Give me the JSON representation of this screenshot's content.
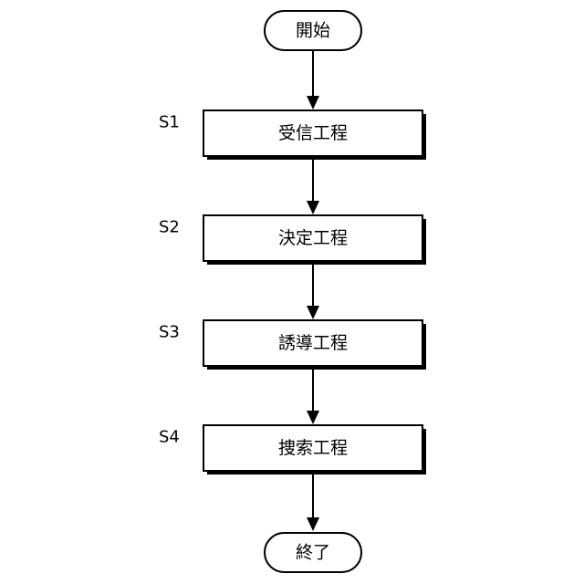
{
  "flowchart": {
    "start": "開始",
    "end": "終了",
    "steps": [
      {
        "id": "S1",
        "label": "受信工程"
      },
      {
        "id": "S2",
        "label": "決定工程"
      },
      {
        "id": "S3",
        "label": "誘導工程"
      },
      {
        "id": "S4",
        "label": "捜索工程"
      }
    ]
  }
}
